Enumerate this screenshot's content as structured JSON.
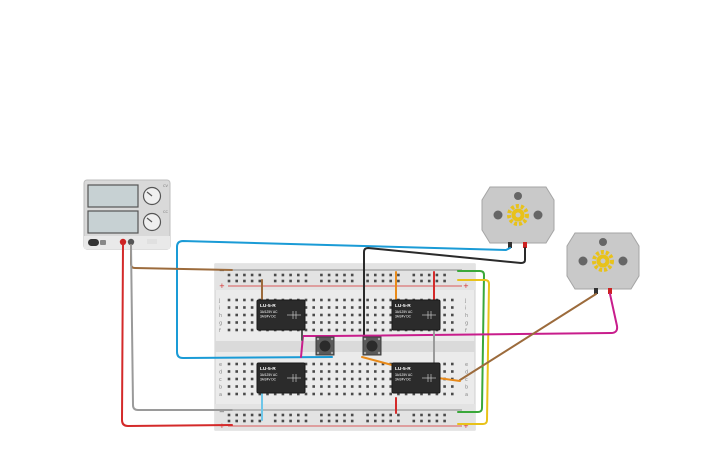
{
  "power_supply": {
    "knob_labels": [
      "CV",
      "CC"
    ],
    "brand": "",
    "switch_label": "",
    "terminal_colors": {
      "positive": "#cc2222",
      "negative": "#555555"
    }
  },
  "breadboard": {
    "row_letters_top": [
      "j",
      "i",
      "h",
      "g",
      "f"
    ],
    "row_letters_bottom": [
      "e",
      "d",
      "c",
      "b",
      "a"
    ],
    "rail_minus": "−",
    "rail_plus": "+",
    "column_count": 30
  },
  "relays": [
    {
      "model": "LU-5-R",
      "spec1": "3A/125V AC",
      "spec2": "3A/24V DC"
    },
    {
      "model": "LU-5-R",
      "spec1": "3A/125V AC",
      "spec2": "3A/24V DC"
    },
    {
      "model": "LU-5-R",
      "spec1": "3A/125V AC",
      "spec2": "3A/24V DC"
    },
    {
      "model": "LU-5-R",
      "spec1": "3A/125V AC",
      "spec2": "3A/24V DC"
    }
  ],
  "motors": [
    {
      "gear_color": "#e8c21a"
    },
    {
      "gear_color": "#e8c21a"
    }
  ],
  "colors": {
    "wire_blue": "#1a9bd6",
    "wire_black": "#2a2a2a",
    "wire_brown": "#9c6b3c",
    "wire_gray": "#9a9a9a",
    "wire_red": "#d42a2a",
    "wire_green": "#3aa83a",
    "wire_yellow": "#e8c21a",
    "wire_magenta": "#c81d8c",
    "wire_orange": "#e88a1a",
    "wire_light_blue": "#6ec6e8"
  }
}
